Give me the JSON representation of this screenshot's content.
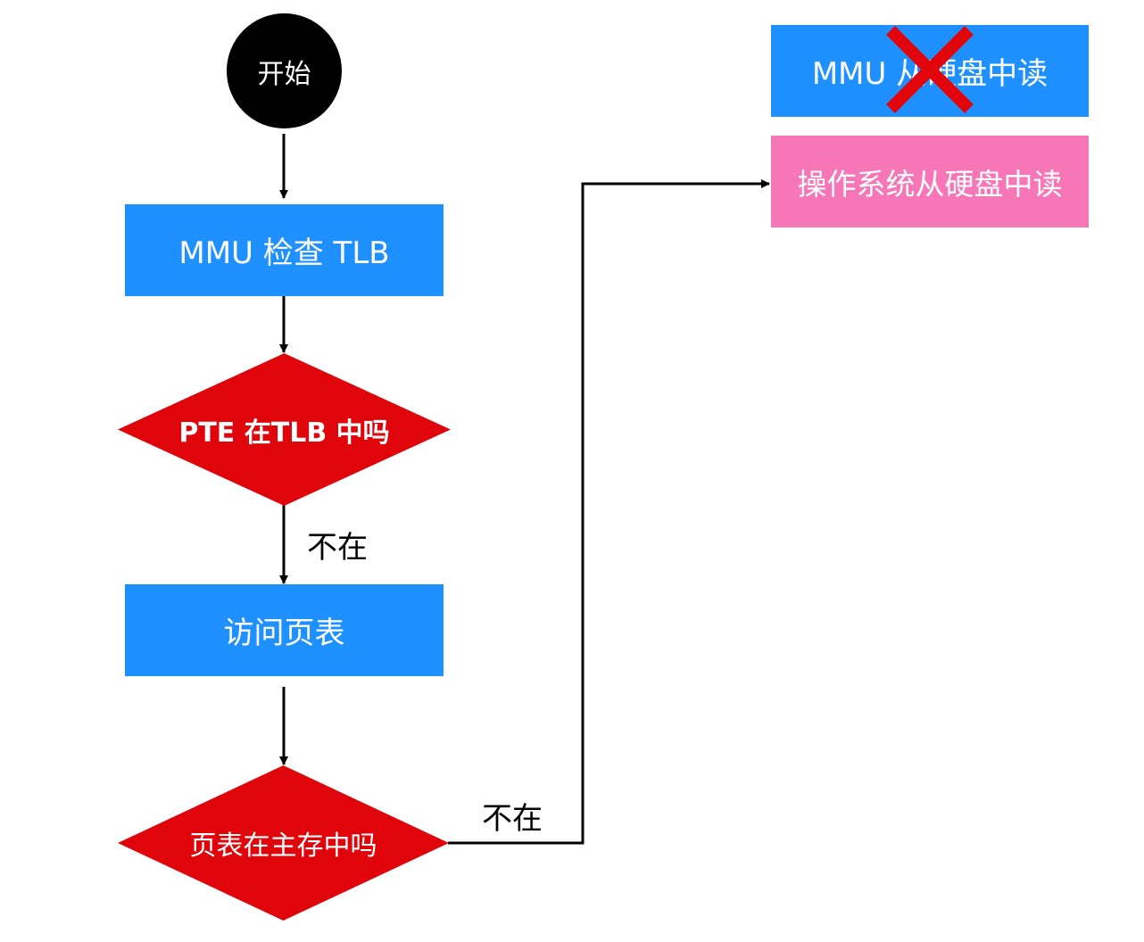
{
  "colors": {
    "process": "#1E90FF",
    "decision": "#E0040B",
    "os_read": "#F776B8",
    "start": "#000000",
    "cross": "#E0040B"
  },
  "nodes": {
    "start": "开始",
    "check_tlb": "MMU 检查 TLB",
    "pte_in_tlb": "PTE 在TLB 中吗",
    "access_page_table": "访问页表",
    "page_table_in_memory": "页表在主存中吗",
    "mmu_read_disk": "MMU 从硬盘中读",
    "os_read_disk": "操作系统从硬盘中读"
  },
  "edge_labels": {
    "not_in_tlb": "不在",
    "not_in_memory": "不在"
  },
  "annotations": {
    "mmu_read_disk_crossed_out": true
  }
}
